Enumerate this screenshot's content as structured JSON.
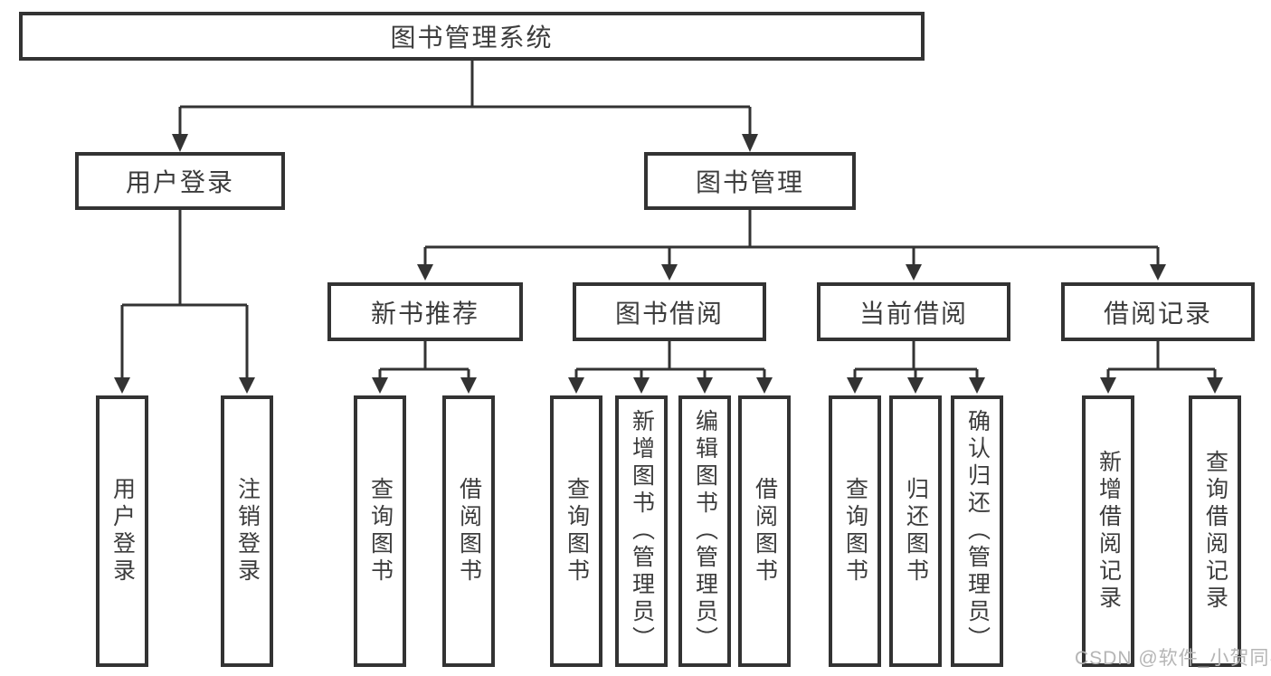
{
  "diagram": {
    "root": {
      "label": "图书管理系统"
    },
    "branches": [
      {
        "label": "用户登录",
        "children": [
          {
            "label": "用户登录"
          },
          {
            "label": "注销登录"
          }
        ]
      },
      {
        "label": "图书管理",
        "children": [
          {
            "label": "新书推荐",
            "children": [
              {
                "label": "查询图书"
              },
              {
                "label": "借阅图书"
              }
            ]
          },
          {
            "label": "图书借阅",
            "children": [
              {
                "label": "查询图书"
              },
              {
                "label": "新增图书（管理员）"
              },
              {
                "label": "编辑图书（管理员）"
              },
              {
                "label": "借阅图书"
              }
            ]
          },
          {
            "label": "当前借阅",
            "children": [
              {
                "label": "查询图书"
              },
              {
                "label": "归还图书"
              },
              {
                "label": "确认归还（管理员）"
              }
            ]
          },
          {
            "label": "借阅记录",
            "children": [
              {
                "label": "新增借阅记录"
              },
              {
                "label": "查询借阅记录"
              }
            ]
          }
        ]
      }
    ]
  },
  "watermark": {
    "text": "CSDN @软件_小贺同学"
  },
  "colors": {
    "line": "#333333",
    "box_border": "#333333",
    "text": "#3c3c3c",
    "watermark": "#b5b5b5",
    "background": "#ffffff"
  }
}
